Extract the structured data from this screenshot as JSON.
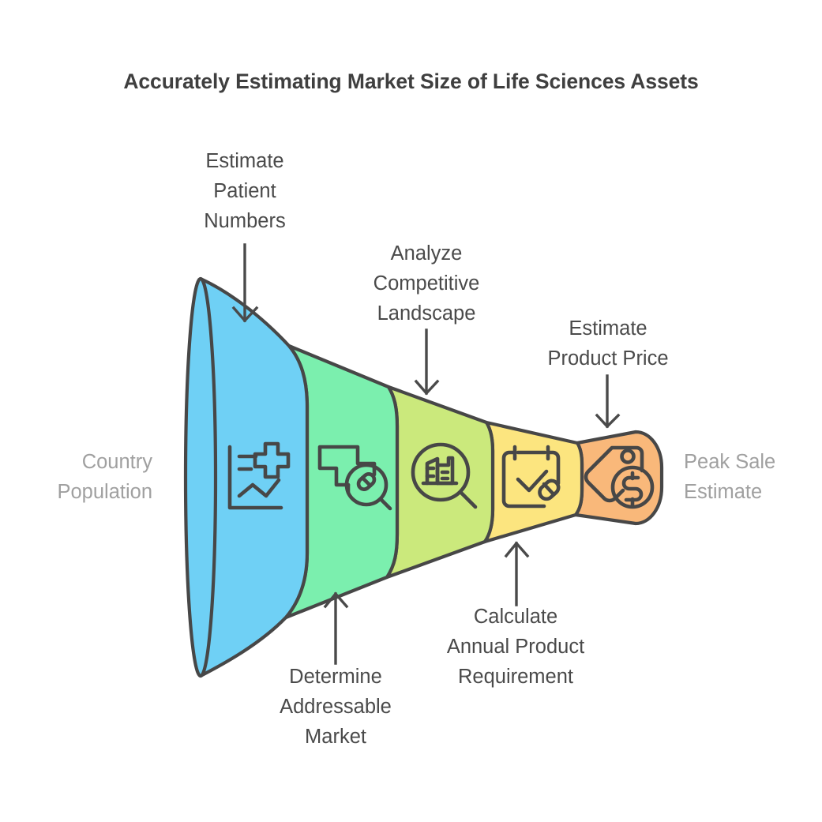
{
  "title": "Accurately Estimating Market Size of Life Sciences Assets",
  "colors": {
    "stroke": "#474747",
    "title_text": "#3f3f3f",
    "callout_text": "#4a4a4a",
    "side_label_text": "#a0a0a0",
    "background": "#ffffff",
    "segment_1": "#6FD0F5",
    "segment_2": "#7BEFAE",
    "segment_3": "#CBE97C",
    "segment_4": "#FCE57F",
    "segment_5": "#F9B87A"
  },
  "side_labels": {
    "left": "Country\nPopulation",
    "right": "Peak Sale\nEstimate"
  },
  "funnel": {
    "stages": [
      {
        "index": 1,
        "label": "Estimate\nPatient\nNumbers",
        "label_position": "top",
        "color": "#6FD0F5",
        "icon": "chart-medical-cross-icon"
      },
      {
        "index": 2,
        "label": "Determine\nAddressable\nMarket",
        "label_position": "bottom",
        "color": "#7BEFAE",
        "icon": "medical-cross-magnifier-pill-icon"
      },
      {
        "index": 3,
        "label": "Analyze\nCompetitive\nLandscape",
        "label_position": "top",
        "color": "#CBE97C",
        "icon": "magnifier-factory-icon"
      },
      {
        "index": 4,
        "label": "Calculate\nAnnual Product\nRequirement",
        "label_position": "bottom",
        "color": "#FCE57F",
        "icon": "calendar-check-pill-icon"
      },
      {
        "index": 5,
        "label": "Estimate\nProduct Price",
        "label_position": "top",
        "color": "#F9B87A",
        "icon": "price-tag-dollar-icon"
      }
    ]
  },
  "chart_data": {
    "type": "diagram",
    "subtype": "funnel",
    "title": "Accurately Estimating Market Size of Life Sciences Assets",
    "input_label": "Country Population",
    "output_label": "Peak Sale Estimate",
    "stage_count": 5,
    "categories": [
      "Estimate Patient Numbers",
      "Determine Addressable Market",
      "Analyze Competitive Landscape",
      "Calculate Annual Product Requirement",
      "Estimate Product Price"
    ],
    "colors": [
      "#6FD0F5",
      "#7BEFAE",
      "#CBE97C",
      "#FCE57F",
      "#F9B87A"
    ],
    "orientation": "horizontal-left-to-right",
    "legend": "none",
    "grid": false
  }
}
